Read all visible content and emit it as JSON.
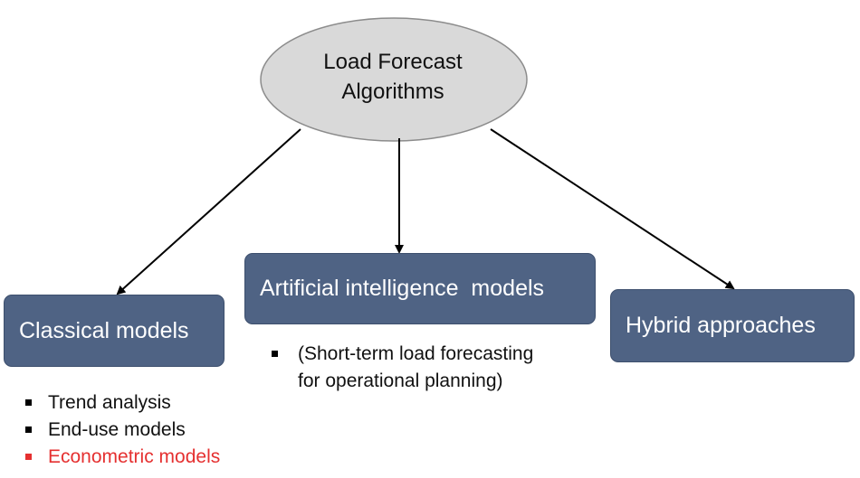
{
  "root": {
    "line1": "Load Forecast",
    "line2": "Algorithms"
  },
  "classical": {
    "label": "Classical models",
    "items": [
      {
        "text": "Trend analysis"
      },
      {
        "text": "End-use models"
      },
      {
        "text": "Econometric models",
        "highlight": "#e53030"
      }
    ]
  },
  "ai": {
    "label": "Artificial intelligence  models",
    "items": [
      {
        "text": "(Short-term load forecasting"
      },
      {
        "text": "for operational planning)",
        "continuation": true
      }
    ]
  },
  "hybrid": {
    "label": "Hybrid approaches"
  },
  "colors": {
    "box_fill": "#4f6384",
    "ellipse_fill": "#d9d9d9",
    "highlight": "#e53030"
  }
}
